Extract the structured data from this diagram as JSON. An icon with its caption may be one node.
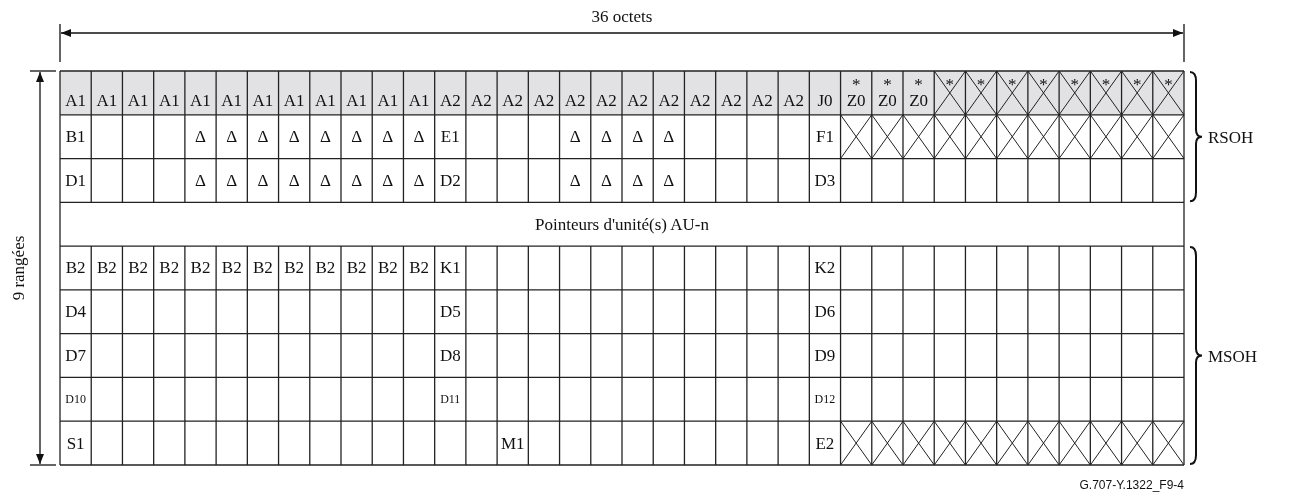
{
  "diagram": {
    "caption": "G.707-Y.1322_F9-4",
    "labels": [
      "36 octets",
      "9 rangées",
      "A1",
      "A1",
      "A1",
      "A1",
      "A1",
      "A1",
      "A1",
      "A1",
      "A1",
      "A1",
      "A1",
      "A1",
      "A2",
      "A2",
      "A2",
      "A2",
      "A2",
      "A2",
      "A2",
      "A2",
      "A2",
      "A2",
      "A2",
      "A2",
      "J0",
      "*",
      "Z0",
      "*",
      "Z0",
      "*",
      "Z0",
      "*",
      "*",
      "*",
      "*",
      "*",
      "*",
      "*",
      "*",
      "B1",
      "Δ",
      "Δ",
      "Δ",
      "Δ",
      "Δ",
      "Δ",
      "Δ",
      "Δ",
      "E1",
      "Δ",
      "Δ",
      "Δ",
      "Δ",
      "F1",
      "D1",
      "Δ",
      "Δ",
      "Δ",
      "Δ",
      "Δ",
      "Δ",
      "Δ",
      "Δ",
      "D2",
      "Δ",
      "Δ",
      "Δ",
      "Δ",
      "D3",
      "RSOH",
      "Pointeurs d'unité(s) AU-n",
      "B2",
      "B2",
      "B2",
      "B2",
      "B2",
      "B2",
      "B2",
      "B2",
      "B2",
      "B2",
      "B2",
      "B2",
      "K1",
      "K2",
      "D4",
      "D5",
      "D6",
      "D7",
      "D8",
      "D9",
      "D10",
      "D11",
      "D12",
      "S1",
      "M1",
      "E2",
      "MSOH"
    ]
  }
}
